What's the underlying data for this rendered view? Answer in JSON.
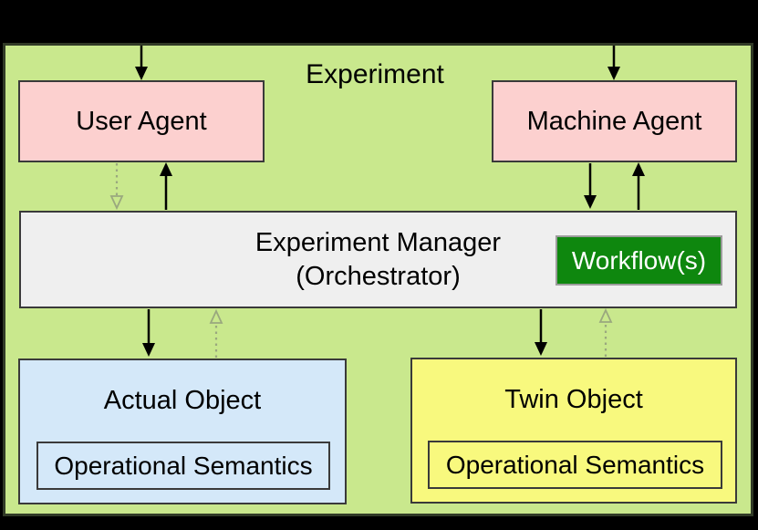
{
  "diagram": {
    "title": "Experiment",
    "nodes": {
      "user_agent": {
        "label": "User Agent"
      },
      "machine_agent": {
        "label": "Machine Agent"
      },
      "experiment_manager": {
        "label_line1": "Experiment Manager",
        "label_line2": "(Orchestrator)"
      },
      "workflow": {
        "label": "Workflow(s)"
      },
      "actual_object": {
        "label": "Actual Object",
        "inner_label": "Operational Semantics"
      },
      "twin_object": {
        "label": "Twin Object",
        "inner_label": "Operational Semantics"
      }
    },
    "edges": [
      {
        "from": "outside-top",
        "to": "user_agent",
        "style": "solid"
      },
      {
        "from": "outside-top",
        "to": "machine_agent",
        "style": "solid"
      },
      {
        "from": "user_agent",
        "to": "experiment_manager",
        "style": "dotted"
      },
      {
        "from": "experiment_manager",
        "to": "user_agent",
        "style": "solid"
      },
      {
        "from": "machine_agent",
        "to": "experiment_manager",
        "style": "solid"
      },
      {
        "from": "experiment_manager",
        "to": "machine_agent",
        "style": "solid"
      },
      {
        "from": "experiment_manager",
        "to": "actual_object",
        "style": "solid"
      },
      {
        "from": "actual_object",
        "to": "experiment_manager",
        "style": "dotted"
      },
      {
        "from": "experiment_manager",
        "to": "twin_object",
        "style": "solid"
      },
      {
        "from": "twin_object",
        "to": "experiment_manager",
        "style": "dotted"
      }
    ],
    "colors": {
      "page_background": "#000000",
      "experiment_fill": "#c9e88d",
      "agent_fill": "#fcd0cf",
      "manager_fill": "#efefef",
      "workflow_fill": "#0e870e",
      "workflow_text": "#ffffff",
      "actual_object_fill": "#d4e8f9",
      "twin_object_fill": "#f8f97e",
      "box_border": "#3a3a3a",
      "solid_arrow": "#000000",
      "dotted_arrow": "#9aa87e"
    }
  }
}
